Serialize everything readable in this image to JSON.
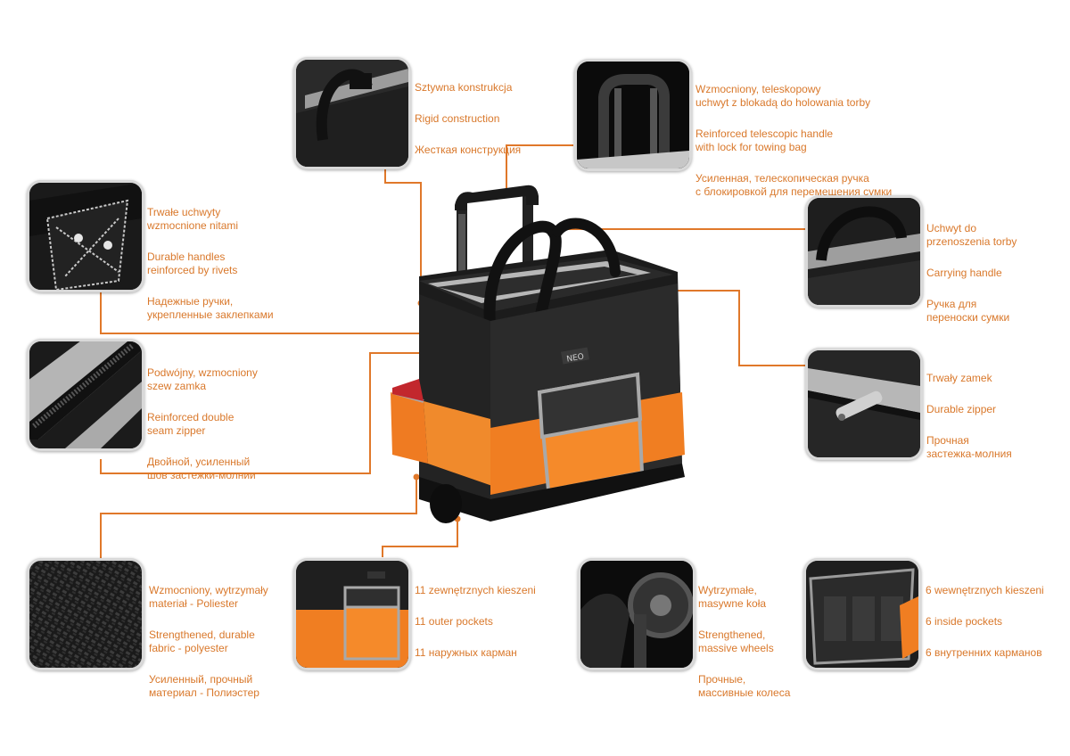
{
  "brand": "NEO",
  "accent_color": "#e0782a",
  "features": [
    {
      "id": "rigid",
      "icon": "frame-closeup-icon",
      "lines": [
        "Sztywna konstrukcja",
        "Rigid construction",
        "Жесткая конструкция"
      ]
    },
    {
      "id": "telescopic",
      "icon": "telescopic-handle-icon",
      "lines": [
        "Wzmocniony, teleskopowy\nuchwyt z blokadą do holowania torby",
        "Reinforced telescopic handle\nwith lock for towing bag",
        "Усиленная, телескопическая ручка\nс блокировкой для перемещения сумки"
      ]
    },
    {
      "id": "handles",
      "icon": "rivet-handle-icon",
      "lines": [
        "Trwałe uchwyty\nwzmocnione nitami",
        "Durable handles\nreinforced by rivets",
        "Надежные ручки,\nукрепленные заклепками"
      ]
    },
    {
      "id": "carrying",
      "icon": "carrying-handle-icon",
      "lines": [
        "Uchwyt do\nprzenoszenia torby",
        "Carrying handle",
        "Ручка для\nпереноски сумки"
      ]
    },
    {
      "id": "seam",
      "icon": "double-seam-zipper-icon",
      "lines": [
        "Podwójny, wzmocniony\nszew zamka",
        "Reinforced double\nseam zipper",
        "Двойной, усиленный\nшов застежки-молнии"
      ]
    },
    {
      "id": "zipper",
      "icon": "zipper-pull-icon",
      "lines": [
        "Trwały zamek",
        "Durable zipper",
        "Прочная\nзастежка-молния"
      ]
    },
    {
      "id": "fabric",
      "icon": "polyester-fabric-icon",
      "lines": [
        "Wzmocniony, wytrzymały\nmateriał - Poliester",
        "Strengthened, durable\nfabric - polyester",
        "Усиленный, прочный\nматериал - Полиэстер"
      ]
    },
    {
      "id": "outer",
      "icon": "outer-pockets-icon",
      "lines": [
        "11 zewnętrznych kieszeni",
        "11 outer pockets",
        "11 наружных карман"
      ]
    },
    {
      "id": "wheels",
      "icon": "wheel-icon",
      "lines": [
        "Wytrzymałe,\nmasywne koła",
        "Strengthened,\nmassive wheels",
        "Прочные,\nмассивные колеса"
      ]
    },
    {
      "id": "inside",
      "icon": "inside-pockets-icon",
      "lines": [
        "6 wewnętrznych kieszeni",
        "6 inside pockets",
        "6 внутренних карманов"
      ]
    }
  ]
}
